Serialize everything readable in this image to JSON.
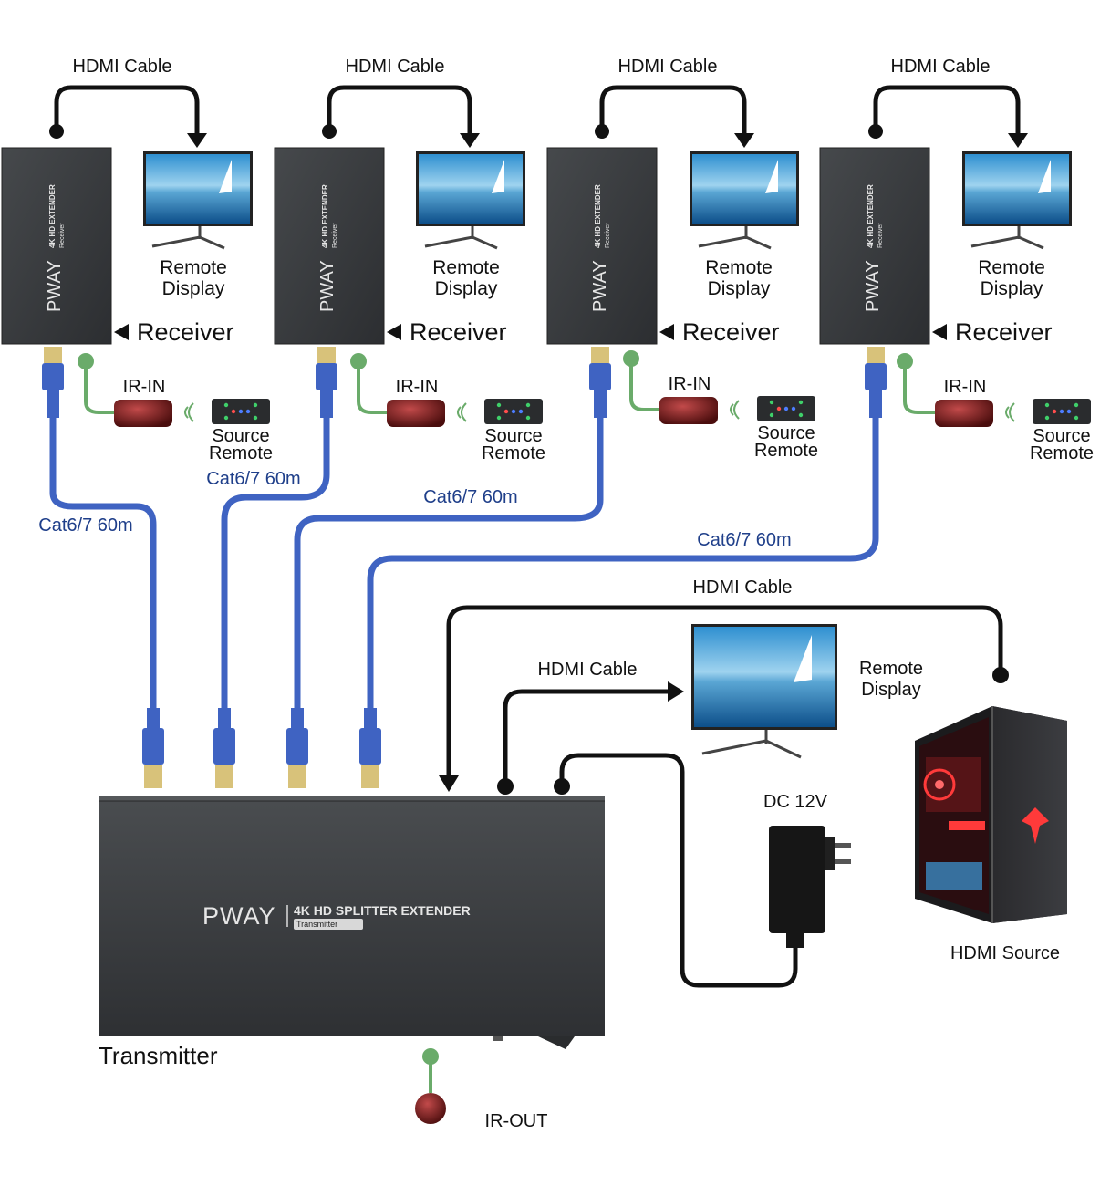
{
  "receivers": [
    {
      "cable_label": "HDMI Cable",
      "display_label_line1": "Remote",
      "display_label_line2": "Display",
      "receiver_label": "Receiver",
      "ir_label": "IR-IN",
      "remote_label_line1": "Source",
      "remote_label_line2": "Remote",
      "cat_label": "Cat6/7 60m"
    },
    {
      "cable_label": "HDMI Cable",
      "display_label_line1": "Remote",
      "display_label_line2": "Display",
      "receiver_label": "Receiver",
      "ir_label": "IR-IN",
      "remote_label_line1": "Source",
      "remote_label_line2": "Remote",
      "cat_label": "Cat6/7 60m"
    },
    {
      "cable_label": "HDMI Cable",
      "display_label_line1": "Remote",
      "display_label_line2": "Display",
      "receiver_label": "Receiver",
      "ir_label": "IR-IN",
      "remote_label_line1": "Source",
      "remote_label_line2": "Remote",
      "cat_label": "Cat6/7 60m"
    },
    {
      "cable_label": "HDMI Cable",
      "display_label_line1": "Remote",
      "display_label_line2": "Display",
      "receiver_label": "Receiver",
      "ir_label": "IR-IN",
      "remote_label_line1": "Source",
      "remote_label_line2": "Remote",
      "cat_label": "Cat6/7 60m"
    }
  ],
  "receiver_device": {
    "brand": "PWAY",
    "model": "4K HD EXTENDER",
    "tag": "Receiver"
  },
  "transmitter": {
    "label": "Transmitter",
    "brand": "PWAY",
    "model": "4K HD SPLITTER EXTENDER",
    "tag": "Transmitter",
    "ir_out_label": "IR-OUT"
  },
  "source": {
    "hdmi_cable_label": "HDMI Cable",
    "label": "HDMI Source"
  },
  "local_display": {
    "cable_label": "HDMI Cable",
    "label_line1": "Remote",
    "label_line2": "Display"
  },
  "power": {
    "label": "DC 12V"
  },
  "colors": {
    "cat_cable": "#3f63c2",
    "hdmi_cable": "#111111",
    "ir_cable": "#6aab6a",
    "device_body": "#3a3d40",
    "cat_text": "#1f3f8a"
  }
}
